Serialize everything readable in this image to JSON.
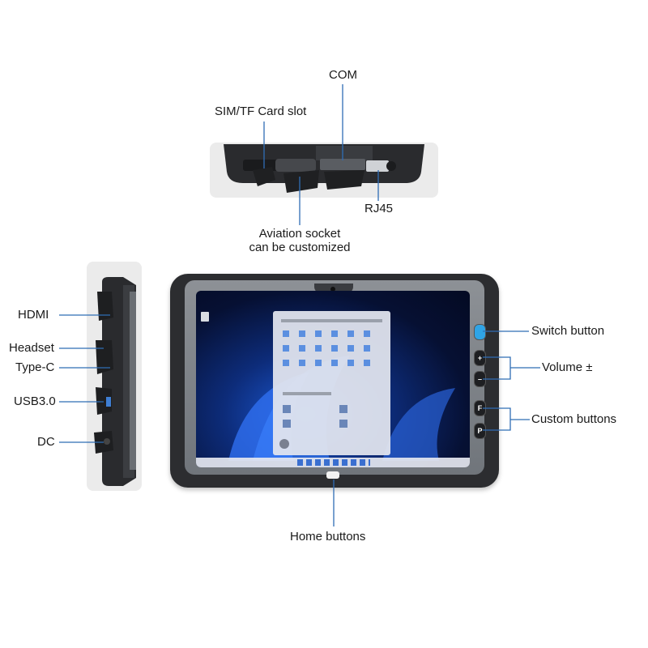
{
  "labels": {
    "com": "COM",
    "sim_slot": "SIM/TF Card slot",
    "rj45": "RJ45",
    "aviation_line1": "Aviation socket",
    "aviation_line2": "can be customized",
    "hdmi": "HDMI",
    "headset": "Headset",
    "type_c": "Type-C",
    "usb3": "USB3.0",
    "dc": "DC",
    "switch_button": "Switch button",
    "volume": "Volume ±",
    "custom_buttons": "Custom buttons",
    "home_buttons": "Home buttons"
  },
  "side_buttons": {
    "plus": "+",
    "minus": "–",
    "f": "F",
    "p": "P"
  },
  "colors": {
    "leader_line": "#2f6db5",
    "tablet_body": "#2c2d30",
    "panel_bg": "#ebebeb"
  }
}
